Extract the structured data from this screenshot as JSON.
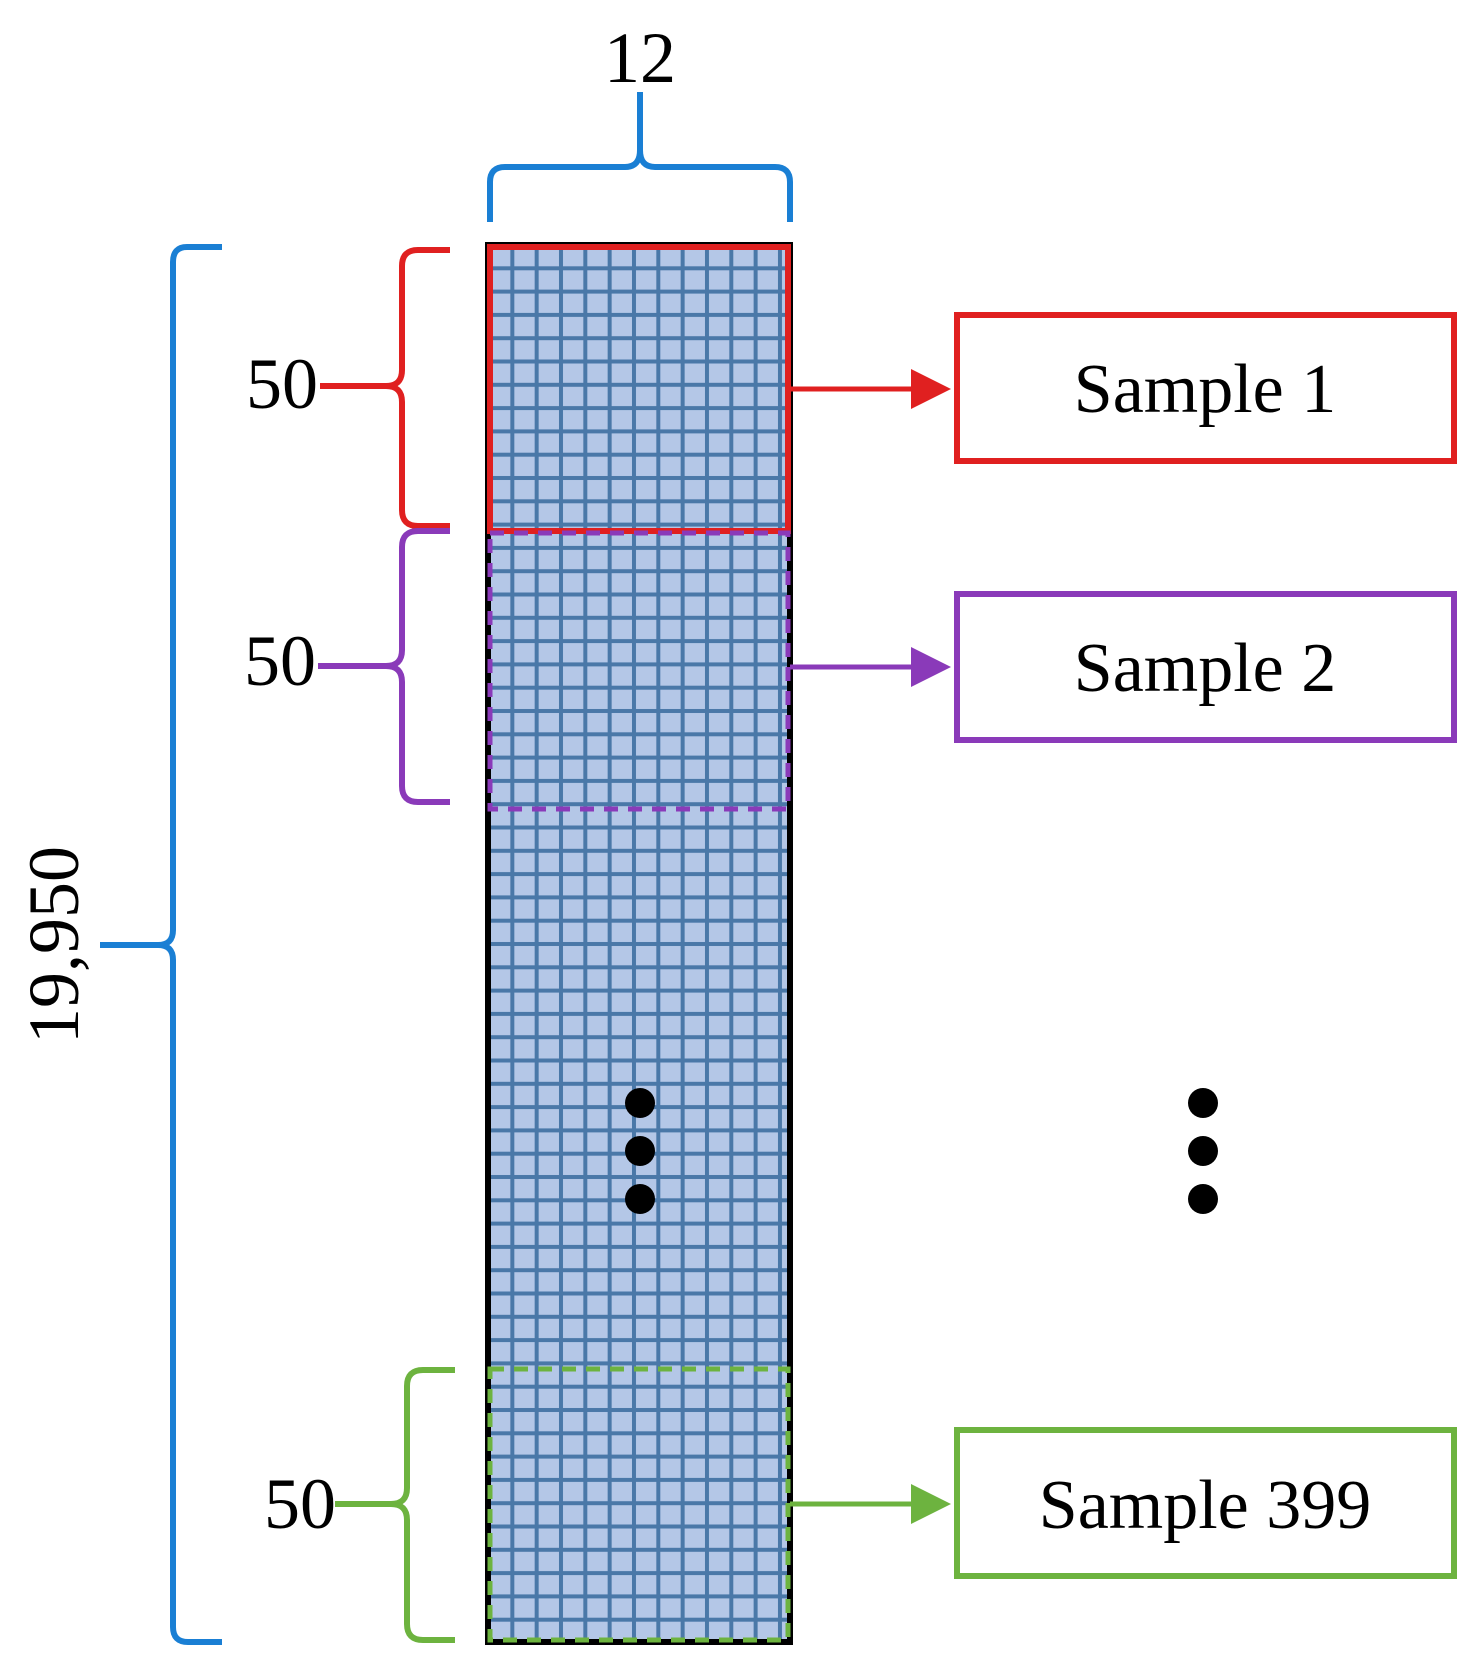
{
  "matrix": {
    "columns_label": "12",
    "total_rows_label": "19,950",
    "cell_fill": "#b4c7e7",
    "grid_line_color": "#4a78a8"
  },
  "segments": [
    {
      "id": "seg1",
      "rows_label": "50",
      "sample_label": "Sample 1",
      "color": "#e02020"
    },
    {
      "id": "seg2",
      "rows_label": "50",
      "sample_label": "Sample 2",
      "color": "#8a3ab9"
    },
    {
      "id": "seg3",
      "rows_label": "50",
      "sample_label": "Sample 399",
      "color": "#6db33f"
    }
  ],
  "brace_color": "#1a7fd4",
  "ellipsis_color": "#000000"
}
